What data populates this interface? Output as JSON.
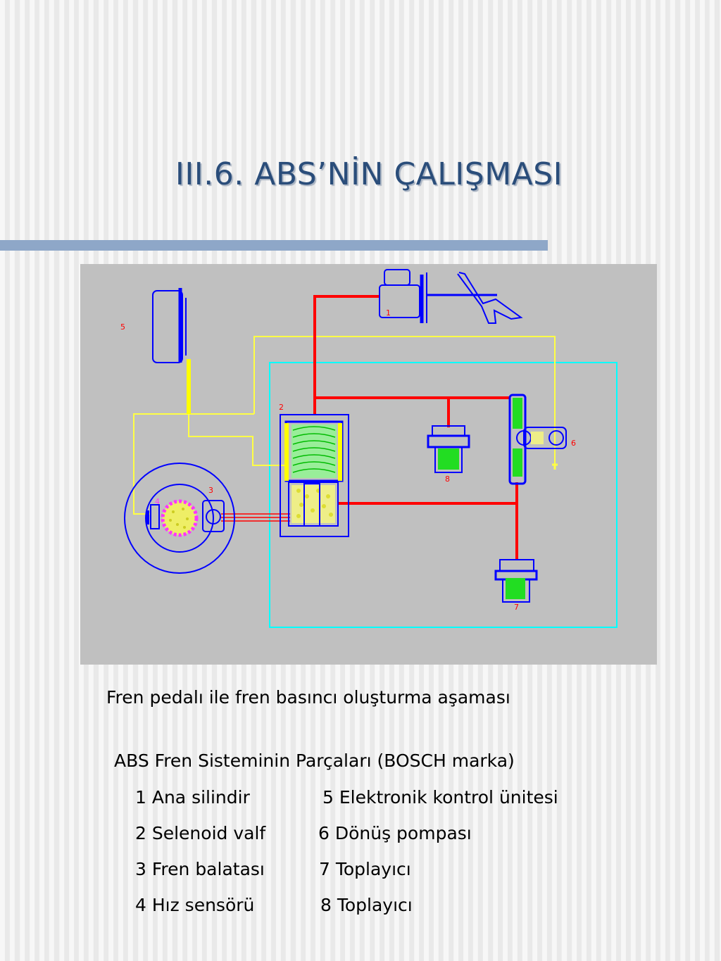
{
  "slide": {
    "title": "III.6. ABS’NİN ÇALIŞMASI"
  },
  "diagram": {
    "labels": [
      "1",
      "2",
      "3",
      "4",
      "5",
      "6",
      "7",
      "8"
    ]
  },
  "caption": "Fren pedalı ile fren basıncı oluşturma aşaması",
  "legend": {
    "title": "ABS Fren Sisteminin Parçaları (BOSCH marka)",
    "items": [
      "1 Ana silindir",
      "5 Elektronik kontrol ünitesi",
      "2 Selenoid valf",
      "6 Dönüş pompası",
      "3 Fren balatası",
      "7 Toplayıcı",
      "4 Hız sensörü",
      "8 Toplayıcı"
    ]
  },
  "colors": {
    "title": "#2a4d7a",
    "rule": "#8ea7c8",
    "diagram_bg": "#c0c0c0",
    "hydraulic_line": "#ff0000",
    "electric_line": "#ffff44",
    "component_outline": "#0000ff",
    "control_box": "#00ffff",
    "fluid": "#22dd22",
    "sensor_rotor": "#ff33ff"
  }
}
